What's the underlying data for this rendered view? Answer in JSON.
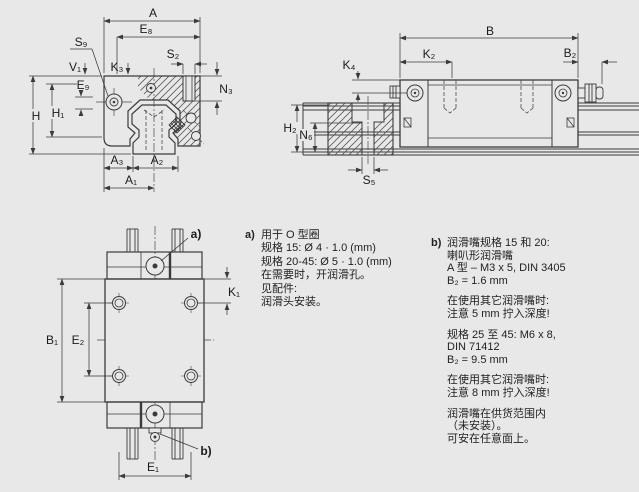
{
  "page": {
    "background": "#e8e8e8",
    "line_color": "#3b3b3b",
    "text_color": "#1b1b1b"
  },
  "views": {
    "cross_section": {
      "dims": {
        "A": "A",
        "E8": "E₈",
        "S9": "S₉",
        "V1": "V₁",
        "K3": "K₃",
        "S2": "S₂",
        "N3": "N₃",
        "E9": "E₉",
        "H": "H",
        "H1": "H₁",
        "A3": "A₃",
        "A2": "A₂",
        "A1": "A₁"
      }
    },
    "side_view": {
      "dims": {
        "B": "B",
        "K2": "K₂",
        "B2": "B₂",
        "K4": "K₄",
        "H2": "H₂",
        "N6": "N₆",
        "S5": "S₅"
      }
    },
    "top_view": {
      "dims": {
        "K1": "K₁",
        "B1": "B₁",
        "E2": "E₂",
        "E1": "E₁"
      },
      "callouts": {
        "a": "a)",
        "b": "b)"
      }
    }
  },
  "notes": {
    "a": {
      "marker": "a)",
      "lines": [
        "用于 O 型圈",
        "规格 15: Ø 4 · 1.0 (mm)",
        "规格 20-45: Ø 5 · 1.0 (mm)",
        "在需要时，开润滑孔。",
        "见配件:",
        "润滑头安装。"
      ]
    },
    "b": {
      "marker": "b)",
      "paragraphs": [
        [
          "润滑嘴规格 15 和 20:",
          "喇叭形润滑嘴",
          "A 型 – M3 x 5, DIN 3405",
          "B₂ = 1.6 mm"
        ],
        [
          "在使用其它润滑嘴时:",
          "注意 5 mm 拧入深度!"
        ],
        [
          "规格 25 至 45: M6 x 8,",
          "DIN 71412",
          "B₂ = 9.5 mm"
        ],
        [
          "在使用其它润滑嘴时:",
          "注意 8 mm 拧入深度!"
        ],
        [
          "润滑嘴在供货范围内",
          "（未安装）。",
          "可安在任意面上。"
        ]
      ]
    }
  }
}
